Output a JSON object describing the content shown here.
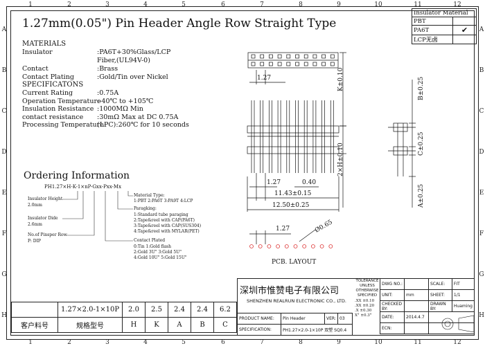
{
  "title": "1.27mm(0.05\") Pin Header Angle Row Straight Type",
  "grid": {
    "cols": [
      "1",
      "2",
      "3",
      "4",
      "5",
      "6",
      "7",
      "8",
      "9",
      "10",
      "11",
      "12"
    ],
    "rows": [
      "A",
      "B",
      "C",
      "D",
      "E",
      "F",
      "G",
      "H"
    ]
  },
  "materials": {
    "heading": "MATERIALS",
    "lines": [
      {
        "label": "Insulator",
        "value": ":PA6T+30%Glass/LCP"
      },
      {
        "label": "",
        "value": " Fiber,(UL94V-0)"
      },
      {
        "label": "Contact",
        "value": ":Brass"
      },
      {
        "label": "Contact Plating",
        "value": ":Gold/Tin over Nickel"
      }
    ]
  },
  "specs": {
    "heading": "SPECIFICATONS",
    "lines": [
      {
        "label": "Current Rating",
        "value": ":0.75A"
      },
      {
        "label": "Operation Temperature",
        "value": ":-40℃ to +105℃"
      },
      {
        "label": "Insulation Resistance",
        "value": ":1000MΩ Min"
      },
      {
        "label": "contact resistance",
        "value": ":30mΩ Max at DC 0.75A"
      },
      {
        "label": "Processing Temperature:",
        "value": "(LPC):260℃ for 10 seconds"
      }
    ]
  },
  "ordering": {
    "heading": "Ordering Information",
    "code": "PH1.27×H-K-1×nP-Gxx-Pxx-Mx",
    "insulator_height": "Insulator Height",
    "insulator_height_val": "2.0mm",
    "insulator_dide": "Insulator Dide",
    "insulator_dide_val": "2.6mm",
    "pins_label": "No.of Pinsper Row",
    "pins_val": "P: DIP",
    "material_type": "Material Type:",
    "material_type_val": "1:PBT 2:PA6T 3:PA9T 4:LCP",
    "packaging": "Paragking:",
    "packaging_lines": [
      "1:Standard tube paraging",
      "2:Tape&reel with CAP(PA6T)",
      "3:Tape&reel with CAP(SUS304)",
      "4:Tape&reel with MYLAR(PET)"
    ],
    "plated": "Contact Plated",
    "plated_lines": [
      "0:Tin        1:Gold flash",
      "2:Gold 3U\"    3:Gold 5U\"",
      "4:Gold 10U\"   5:Gold 15U\""
    ]
  },
  "insulator_table": {
    "header": "Insulator Material",
    "rows": [
      {
        "name": "PBT",
        "check": ""
      },
      {
        "name": "PA6T",
        "check": "✔"
      },
      {
        "name": "LCP无卤",
        "check": ""
      }
    ]
  },
  "dimensions": {
    "pitch_top": "1.27",
    "k": "K±0.10",
    "b": "B±0.25",
    "c": "C±0.25",
    "a": "A±0.25",
    "h2": "2×H±0.10",
    "pitch": "1.27",
    "pin_w": "0.40",
    "w1": "11.43±0.15",
    "w2": "12.50±0.25",
    "pcb_pitch": "1.27",
    "hole": "Ø0.65",
    "pcb_label": "PCB. LAYOUT"
  },
  "bom": {
    "values": [
      "1.27×2.0-1×10P",
      "2.0",
      "2.5",
      "2.4",
      "2.4",
      "6.2"
    ],
    "labels": [
      "客户料号",
      "规格型号",
      "H",
      "K",
      "A",
      "B",
      "C"
    ]
  },
  "title_block": {
    "company_cn": "深圳市惟赞电子有限公司",
    "company_en": "SHENZHEN REALRUN ELECTRONIC CO., LTD.",
    "tolerance": "TOLERANCE UNLESS OTHERWISE SPECIFIED",
    "tol_lines": [
      ".XX  ±0.10",
      ".XX  ±0.20",
      ".X   ±0.30",
      "X°   ±0.3°"
    ],
    "dwg_no": "DWG NO.:",
    "scale": "SCALE:",
    "scale_val": "FIT",
    "unit": "UNIT:",
    "unit_val": "mm",
    "sheet": "SHEET:",
    "sheet_val": "1/1",
    "checked": "CHECKED BY:",
    "drawn": "DRAWN BY:",
    "drawn_val": "Huaming",
    "date": "DATE:",
    "date_val": "2014.4.7",
    "ecn": "ECN:",
    "product_name": "PRODUCT NAME:",
    "product_val": "Pin Header",
    "ver": "VER:",
    "ver_val": "03",
    "specification": "SPECIFICATION:",
    "spec_val": "PH1.27×2.0-1×10P 双塑 SQ0.4"
  }
}
